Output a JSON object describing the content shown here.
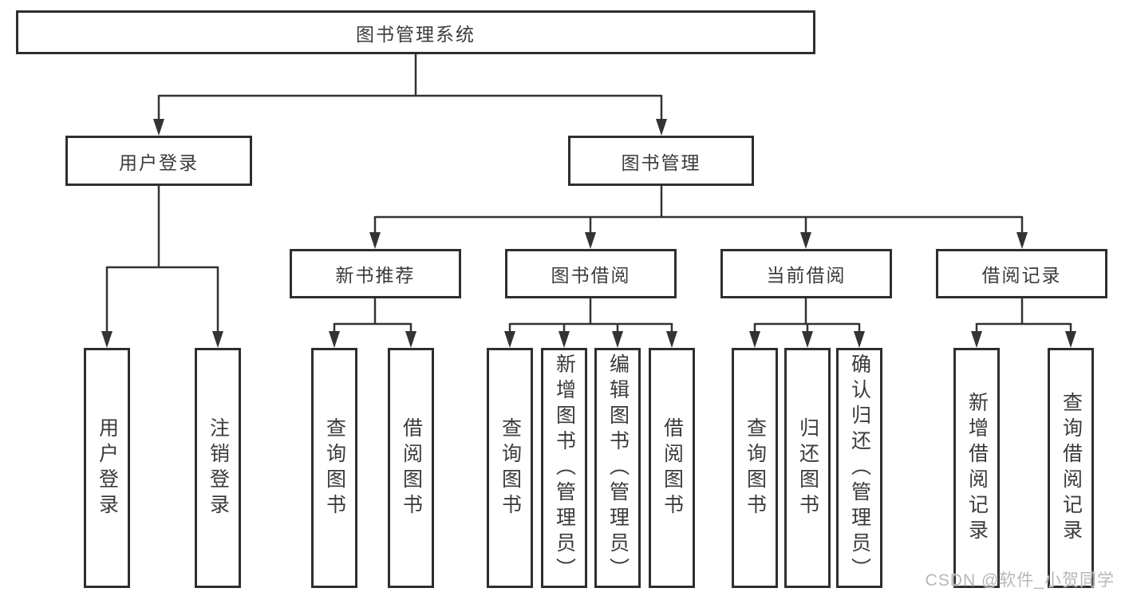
{
  "diagram": {
    "type": "hierarchy-tree",
    "watermark": "CSDN @软件_小贺同学",
    "colors": {
      "background": "#ffffff",
      "line": "#333333",
      "box_border": "#2e2e2e",
      "text": "#3b3b3b",
      "watermark": "#b7b7b7"
    },
    "tree": {
      "root": {
        "label": "图书管理系统",
        "children": [
          {
            "label": "用户登录",
            "children": [
              {
                "label": "用户登录"
              },
              {
                "label": "注销登录"
              }
            ]
          },
          {
            "label": "图书管理",
            "children": [
              {
                "label": "新书推荐",
                "children": [
                  {
                    "label": "查询图书"
                  },
                  {
                    "label": "借阅图书"
                  }
                ]
              },
              {
                "label": "图书借阅",
                "children": [
                  {
                    "label": "查询图书"
                  },
                  {
                    "label": "新增图书（管理员）"
                  },
                  {
                    "label": "编辑图书（管理员）"
                  },
                  {
                    "label": "借阅图书"
                  }
                ]
              },
              {
                "label": "当前借阅",
                "children": [
                  {
                    "label": "查询图书"
                  },
                  {
                    "label": "归还图书"
                  },
                  {
                    "label": "确认归还（管理员）"
                  }
                ]
              },
              {
                "label": "借阅记录",
                "children": [
                  {
                    "label": "新增借阅记录"
                  },
                  {
                    "label": "查询借阅记录"
                  }
                ]
              }
            ]
          }
        ]
      }
    }
  }
}
